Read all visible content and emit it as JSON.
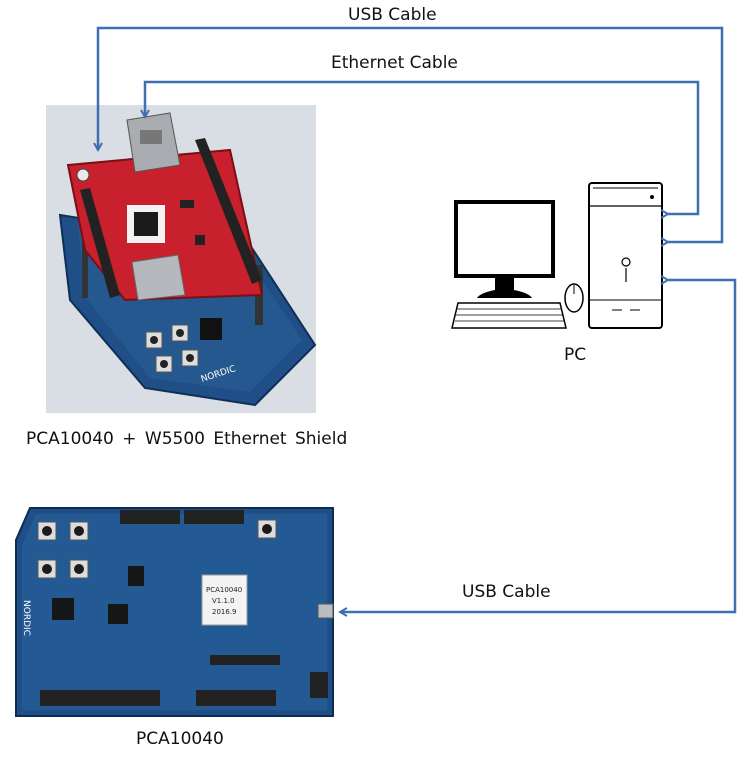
{
  "labels": {
    "usb_cable_top": "USB Cable",
    "ethernet_cable": "Ethernet Cable",
    "pc": "PC",
    "shield_caption": "PCA10040 + W5500 Ethernet Shield",
    "usb_cable_bottom": "USB Cable",
    "board_caption": "PCA10040"
  },
  "board_silkscreen": {
    "module_text_1": "PCA10040",
    "module_text_2": "V1.1.0",
    "module_text_3": "2016.9",
    "brand": "NORDIC"
  },
  "colors": {
    "cable_line": "#3f6fb0",
    "board_blue": "#1f4f86",
    "shield_red": "#c8202c"
  },
  "icons": {
    "computer": "desktop-pc-icon",
    "connection": "arrow-icon"
  }
}
